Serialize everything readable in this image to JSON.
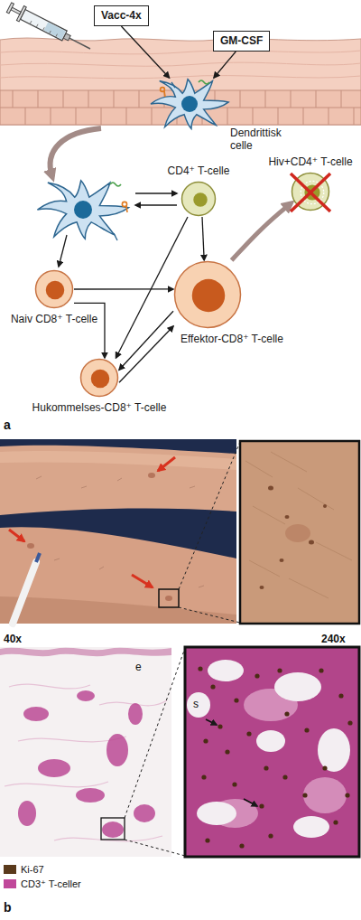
{
  "diagram": {
    "nodes": [
      {
        "text": [
          "Vacc-4x"
        ]
      },
      {
        "text": [
          "GM-CSF"
        ]
      },
      {
        "text": [
          "Dendrittisk celle"
        ]
      },
      {
        "text": [
          "Hiv+CD4⁺ T-celle"
        ]
      },
      {
        "text": [
          "CD4⁺ T-celle"
        ]
      },
      {
        "text": [
          "Naiv CD8⁺ T-celle"
        ]
      },
      {
        "text": [
          "Effektor-CD8⁺ T-celle"
        ]
      },
      {
        "text": [
          "Hukommelses-CD8⁺ T-celle"
        ]
      }
    ],
    "edges": [
      {
        "from": 0,
        "to": 2,
        "arrow": "to"
      },
      {
        "from": 1,
        "to": 2,
        "arrow": "to"
      },
      {
        "from": 4,
        "to": 6,
        "arrow": "to"
      },
      {
        "from": 4,
        "to": 7,
        "arrow": "to"
      },
      {
        "from": 5,
        "to": 6,
        "arrow": "to"
      },
      {
        "from": 5,
        "to": 7,
        "arrow": "to"
      },
      {
        "from": 6,
        "to": 7,
        "arrow": "to"
      },
      {
        "from": 7,
        "to": 6,
        "arrow": "to"
      },
      {
        "from": 6,
        "to": 3,
        "arrow": "to"
      }
    ],
    "labels": [
      "a",
      "40x",
      "e",
      "240x",
      "s",
      "b"
    ],
    "legend": [
      {
        "text": "Ki-67",
        "color": "#5a3a1c"
      },
      {
        "text": "CD3⁺ T-celler",
        "color": "#c0489a"
      }
    ]
  }
}
